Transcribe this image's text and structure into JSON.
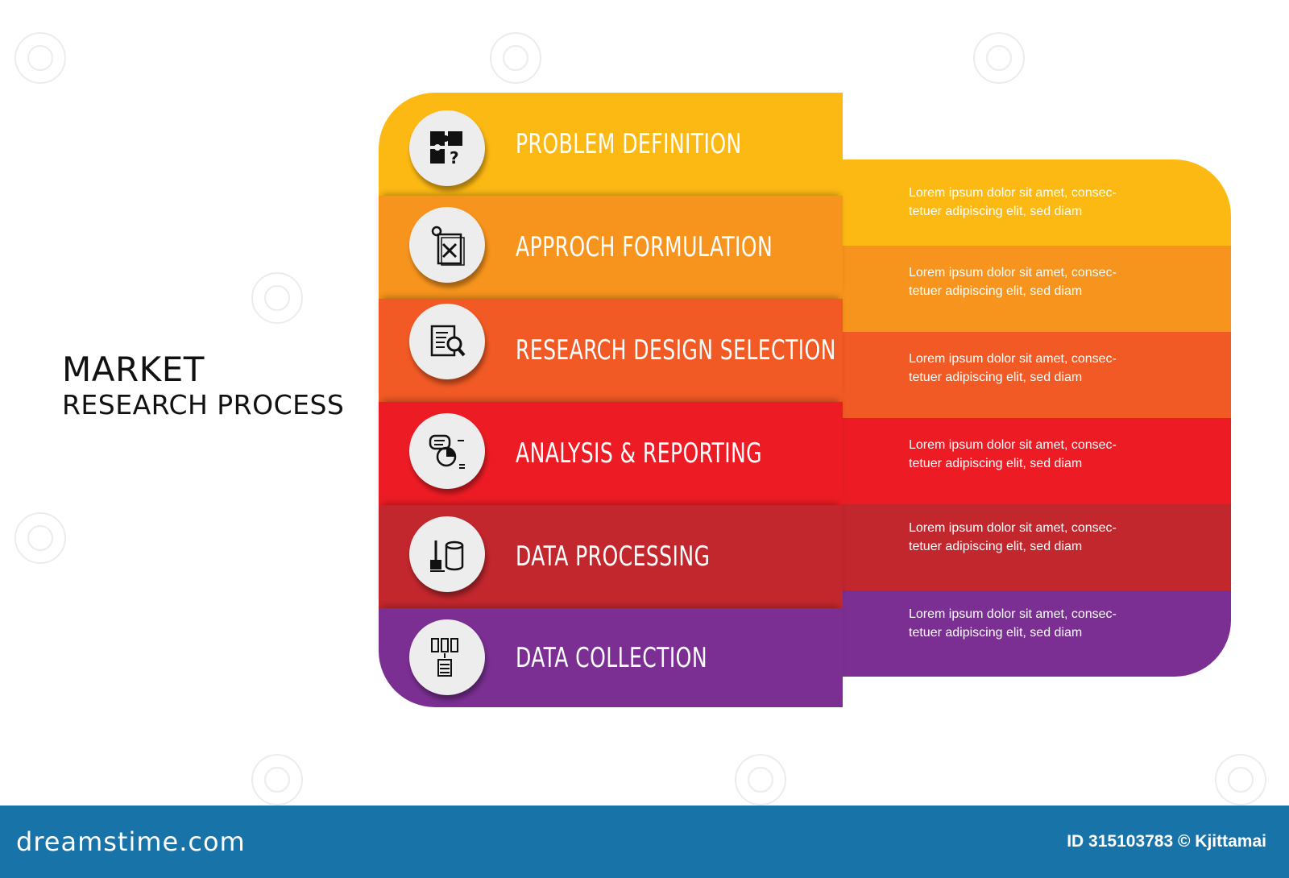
{
  "title": {
    "line1": "MARKET",
    "line2": "RESEARCH PROCESS"
  },
  "steps": [
    {
      "label": "PROBLEM DEFINITION",
      "icon": "puzzle-question-icon",
      "color": "#fdb913",
      "desc1": "Lorem ipsum dolor sit amet, consec-",
      "desc2": "tetuer adipiscing elit, sed diam"
    },
    {
      "label": "APPROCH FORMULATION",
      "icon": "document-tools-gear-icon",
      "color": "#f7941d",
      "desc1": "Lorem ipsum dolor sit amet, consec-",
      "desc2": "tetuer adipiscing elit, sed diam"
    },
    {
      "label": "RESEARCH DESIGN SELECTION",
      "icon": "document-search-icon",
      "color": "#f15a24",
      "desc1": "Lorem ipsum dolor sit amet, consec-",
      "desc2": "tetuer adipiscing elit, sed diam"
    },
    {
      "label": "ANALYSIS & REPORTING",
      "icon": "chat-pie-report-icon",
      "color": "#ed1c24",
      "desc1": "Lorem ipsum dolor sit amet, consec-",
      "desc2": "tetuer adipiscing elit, sed diam"
    },
    {
      "label": "DATA PROCESSING",
      "icon": "database-broom-icon",
      "color": "#c1272d",
      "desc1": "Lorem ipsum dolor sit amet, consec-",
      "desc2": "tetuer adipiscing elit, sed diam"
    },
    {
      "label": "DATA COLLECTION",
      "icon": "data-grid-collect-icon",
      "color": "#7b2f93",
      "desc1": "Lorem ipsum dolor sit amet, consec-",
      "desc2": "tetuer adipiscing elit, sed diam"
    }
  ],
  "footer": {
    "logo": "dreamstime.com",
    "credit": "ID 315103783 © Kjittamai",
    "color": "#1874a8"
  }
}
